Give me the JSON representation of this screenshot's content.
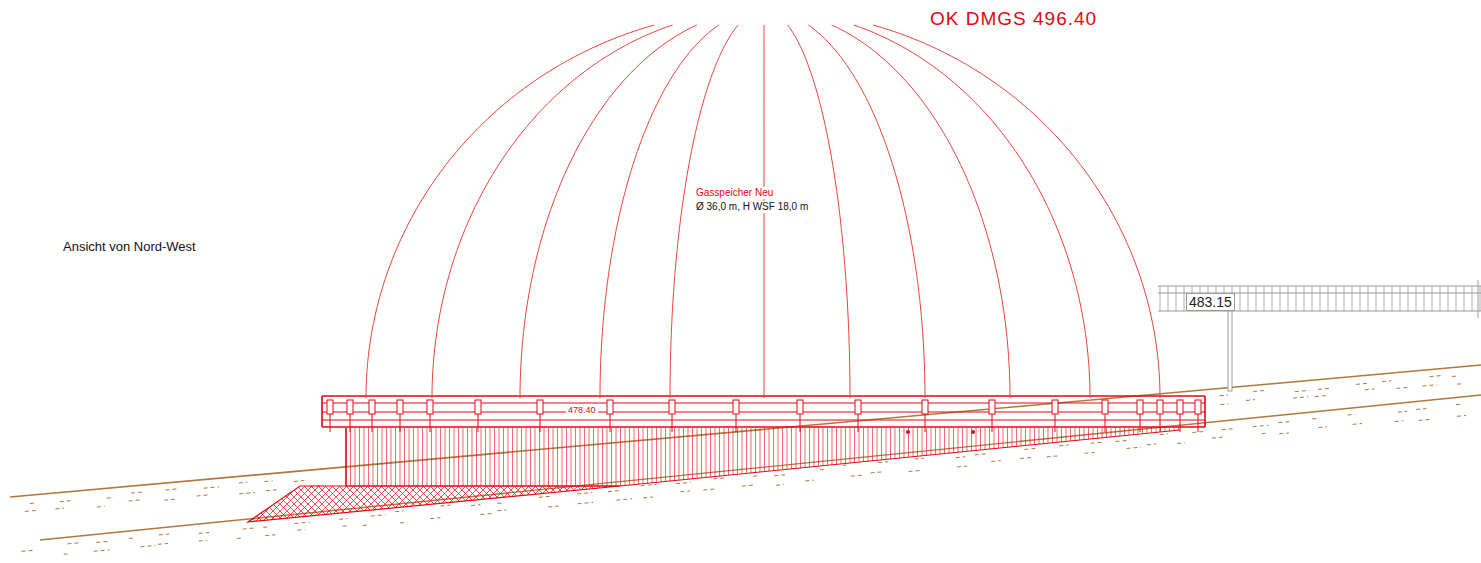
{
  "diagram": {
    "nodes": [
      {
        "text": [
          "Gasspeicher Neu",
          "Ø 36,0 m, H WSF 18,0 m"
        ]
      }
    ],
    "labels": [
      "OK DMGS 496.40",
      "Ansicht von Nord-West",
      "478.40",
      "483.15"
    ]
  }
}
